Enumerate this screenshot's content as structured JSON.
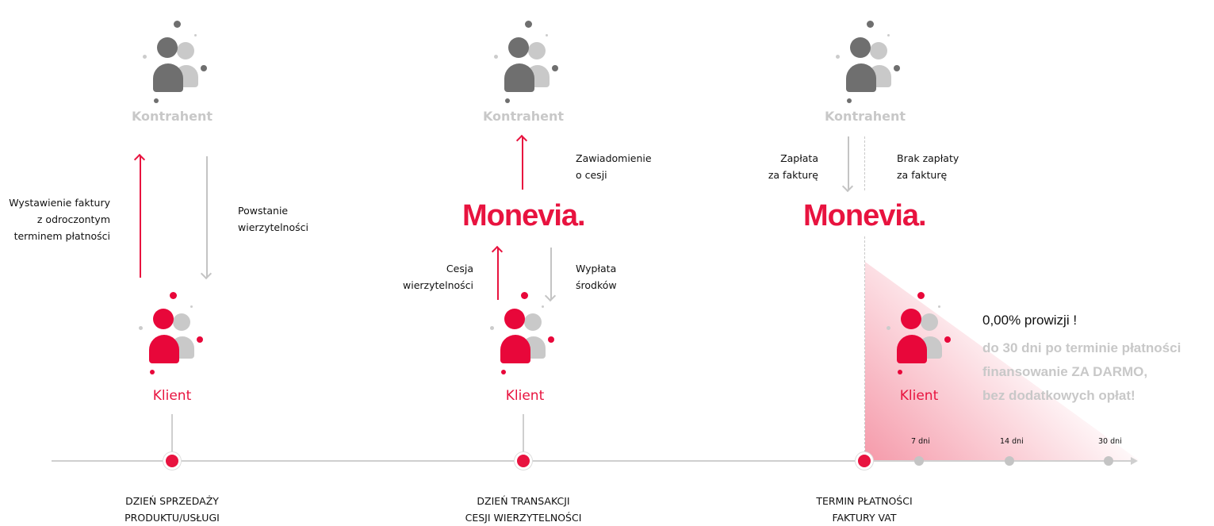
{
  "columns": [
    {
      "top_label": "Kontrahent",
      "bottom_label": "Klient",
      "left_text": [
        "Wystawienie faktury",
        "z odroczontym",
        "terminem płatności"
      ],
      "right_text": [
        "Powstanie",
        "wierzytelności"
      ],
      "date_label": [
        "DZIEŃ SPRZEDAŻY",
        "PRODUKTU/USŁUGI"
      ]
    },
    {
      "top_label": "Kontrahent",
      "bottom_label": "Klient",
      "upper_text": [
        "Zawiadomienie",
        "o cesji"
      ],
      "logo": "Monevia.",
      "left_text": [
        "Cesja",
        "wierzytelności"
      ],
      "right_text": [
        "Wypłata",
        "środków"
      ],
      "date_label": [
        "DZIEŃ TRANSAKCJI",
        "CESJI WIERZYTELNOŚCI"
      ]
    },
    {
      "top_label": "Kontrahent",
      "bottom_label": "Klient",
      "left_text": [
        "Zapłata",
        "za fakturę"
      ],
      "right_text": [
        "Brak zapłaty",
        "za fakturę"
      ],
      "logo": "Monevia.",
      "date_label": [
        "TERMIN PŁATNOŚCI",
        "FAKTURY VAT"
      ]
    }
  ],
  "promo": {
    "headline": "0,00% prowizji !",
    "lines": [
      "do 30 dni po terminie płatności",
      "finansowanie ZA DARMO,",
      "bez dodatkowych opłat!"
    ]
  },
  "days": [
    "7 dni",
    "14 dni",
    "30 dni"
  ],
  "colors": {
    "accent": "#e8133f",
    "gray": "#6f6f6f"
  }
}
